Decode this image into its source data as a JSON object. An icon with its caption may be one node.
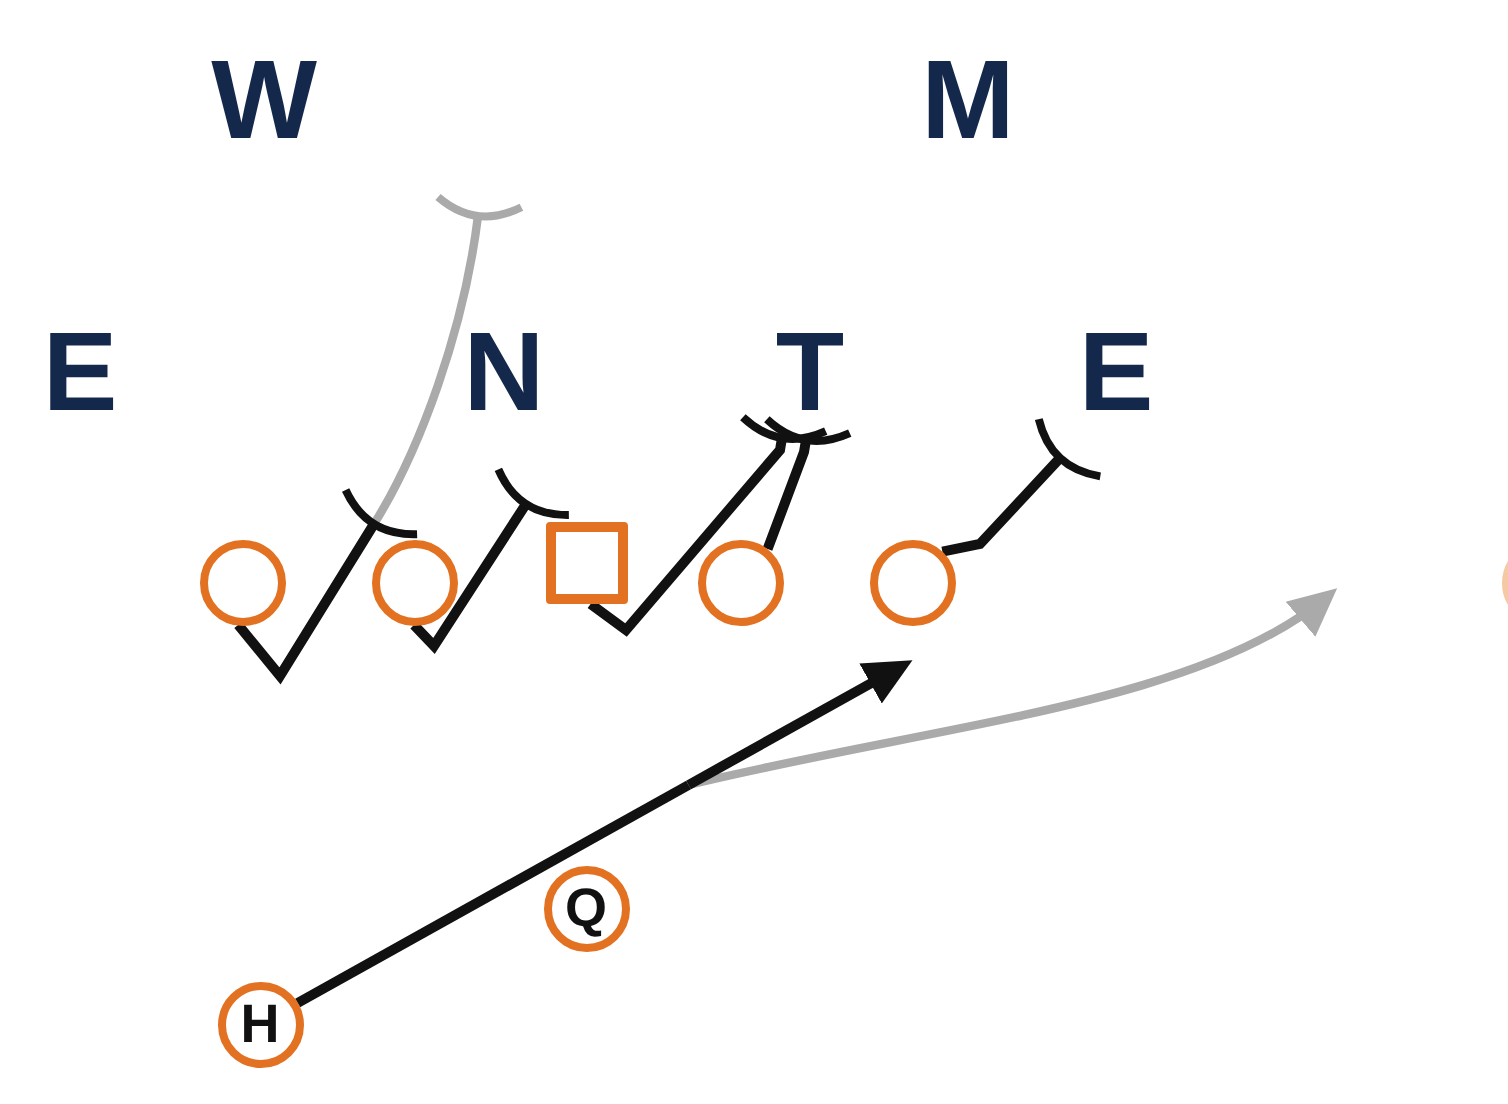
{
  "diagram": {
    "nodes": [
      {
        "text": [
          "T"
        ]
      },
      {
        "text": [],
        "shape": "circle"
      },
      {
        "text": [],
        "shape": "circle"
      },
      {
        "text": [],
        "shape": "box"
      },
      {
        "text": [],
        "shape": "circle"
      },
      {
        "text": [],
        "shape": "circle"
      },
      {
        "text": [],
        "shape": "circle"
      },
      {
        "text": [
          "Q"
        ]
      },
      {
        "text": [
          "H"
        ]
      }
    ],
    "edges": [
      {
        "from": 1,
        "to": 2,
        "arrow": "other"
      },
      {
        "from": 1,
        "to": null,
        "arrow": "other",
        "color": "#aaaaaa"
      },
      {
        "from": 2,
        "to": 3,
        "arrow": "other"
      },
      {
        "from": 3,
        "to": 0,
        "arrow": "other"
      },
      {
        "from": 4,
        "to": 0,
        "arrow": "other"
      },
      {
        "from": 5,
        "to": null,
        "arrow": "other"
      },
      {
        "from": 8,
        "to": 5,
        "arrow": "to"
      },
      {
        "from": 8,
        "to": null,
        "arrow": "to",
        "color": "#aaaaaa"
      }
    ],
    "labels": [
      "W",
      "M",
      "E",
      "N",
      "E"
    ]
  }
}
